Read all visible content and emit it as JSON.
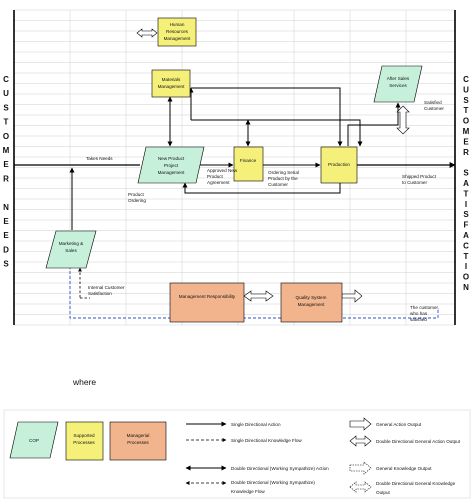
{
  "left_side_label": [
    "C",
    "U",
    "S",
    "T",
    "O",
    "M",
    "E",
    "R",
    "",
    "N",
    "E",
    "E",
    "D",
    "S"
  ],
  "right_side_label": [
    "C",
    "U",
    "S",
    "T",
    "O",
    "M",
    "E",
    "R",
    "",
    "S",
    "A",
    "T",
    "I",
    "S",
    "F",
    "A",
    "C",
    "T",
    "I",
    "O",
    "N"
  ],
  "colors": {
    "cop": "#c6f0da",
    "supported": "#f5f07a",
    "managerial": "#f2b48c",
    "dashed_arrow": "#2c4fd8",
    "line": "#000000"
  },
  "nodes": {
    "hr": [
      "Human",
      "Resources",
      "Management"
    ],
    "materials": [
      "Materials",
      "Management"
    ],
    "after_sales": [
      "After Sales",
      "Services"
    ],
    "npp": [
      "New Product",
      "Project",
      "Management"
    ],
    "finance": [
      "Finance"
    ],
    "production": [
      "Production"
    ],
    "marketing": [
      "Marketing &",
      "Sales"
    ],
    "mgmt_resp": [
      "Management Responsibility"
    ],
    "quality": [
      "Quality System",
      "Management"
    ]
  },
  "labels": {
    "takes_needs": "Takes Needs",
    "approved": [
      "Approved New",
      "Product",
      "Agreement"
    ],
    "product_ordering": [
      "Product",
      "Ordering"
    ],
    "ordering_serial": [
      "Ordering Serial",
      "Product by the",
      "Customer"
    ],
    "shipped": [
      "Shipped Product",
      "to Customer"
    ],
    "satisfied_customer": [
      "Satisfied",
      "Customer"
    ],
    "internal_satisfaction": [
      "Internal Customer",
      "Satisfaction"
    ],
    "customer_satisfied": [
      "The customer,",
      "who has",
      "satisfied"
    ]
  },
  "legend": {
    "where": "where",
    "cop": "COP",
    "supported": [
      "Supported",
      "Processes"
    ],
    "managerial": [
      "Managerial",
      "Processes"
    ],
    "single_action": "Single Directional Action",
    "single_knowledge": "Single Directional Knowledge Flow",
    "double_action": "Double Directional (Working Sympathize) Action",
    "double_knowledge": [
      "Double Directional (Working Sympathize)",
      "Knowledge Flow"
    ],
    "general_action_output": "General Action Output",
    "double_general_action_output": "Double Directional General Action Output",
    "general_knowledge_output": "General Knowledge Output",
    "double_general_knowledge_output": [
      "Double Directional General Knowledge",
      "Output"
    ]
  }
}
